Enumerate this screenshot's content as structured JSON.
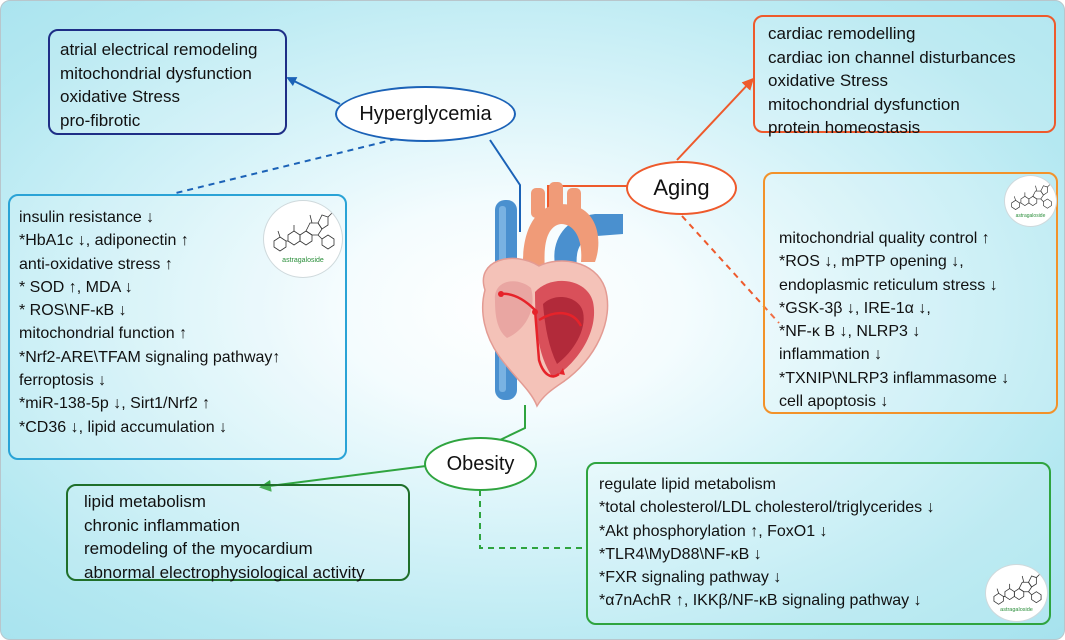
{
  "hyperglycemia": {
    "label": "Hyperglycemia",
    "effects": [
      "atrial electrical remodeling",
      "mitochondrial dysfunction",
      "oxidative Stress",
      "pro-fibrotic"
    ],
    "astragaloside_effects": [
      "insulin resistance ↓",
      "*HbA1c ↓, adiponectin ↑",
      "anti-oxidative stress ↑",
      "* SOD ↑, MDA ↓",
      "* ROS\\NF-κB ↓",
      "mitochondrial function ↑",
      "*Nrf2-ARE\\TFAM  signaling pathway↑",
      "ferroptosis ↓",
      "*miR-138-5p ↓, Sirt1/Nrf2 ↑",
      "*CD36 ↓, lipid accumulation ↓"
    ],
    "color": "#1b62b7"
  },
  "aging": {
    "label": "Aging",
    "effects": [
      "cardiac remodelling",
      "cardiac ion channel disturbances",
      "oxidative Stress",
      "mitochondrial dysfunction",
      "protein homeostasis"
    ],
    "astragaloside_effects": [
      "mitochondrial quality control ↑",
      "*ROS ↓, mPTP opening ↓,",
      "endoplasmic reticulum stress ↓",
      "*GSK-3β ↓, IRE-1α ↓,",
      "*NF-κ B ↓, NLRP3 ↓",
      "inflammation ↓",
      "*TXNIP\\NLRP3 inflammasome ↓",
      "cell apoptosis ↓"
    ],
    "color": "#ee5a2c"
  },
  "obesity": {
    "label": "Obesity",
    "effects": [
      "lipid metabolism",
      "chronic inflammation",
      "remodeling of the myocardium",
      "abnormal electrophysiological activity"
    ],
    "astragaloside_effects": [
      "regulate lipid metabolism",
      "*total cholesterol/LDL cholesterol/triglycerides ↓",
      "*Akt phosphorylation ↑, FoxO1 ↓",
      "*TLR4\\MyD88\\NF-κB ↓",
      "*FXR signaling pathway ↓",
      "*α7nAchR ↑, IKKβ/NF-κB  signaling pathway ↓"
    ],
    "color": "#2fa43f"
  },
  "molecule_label": "astragaloside"
}
